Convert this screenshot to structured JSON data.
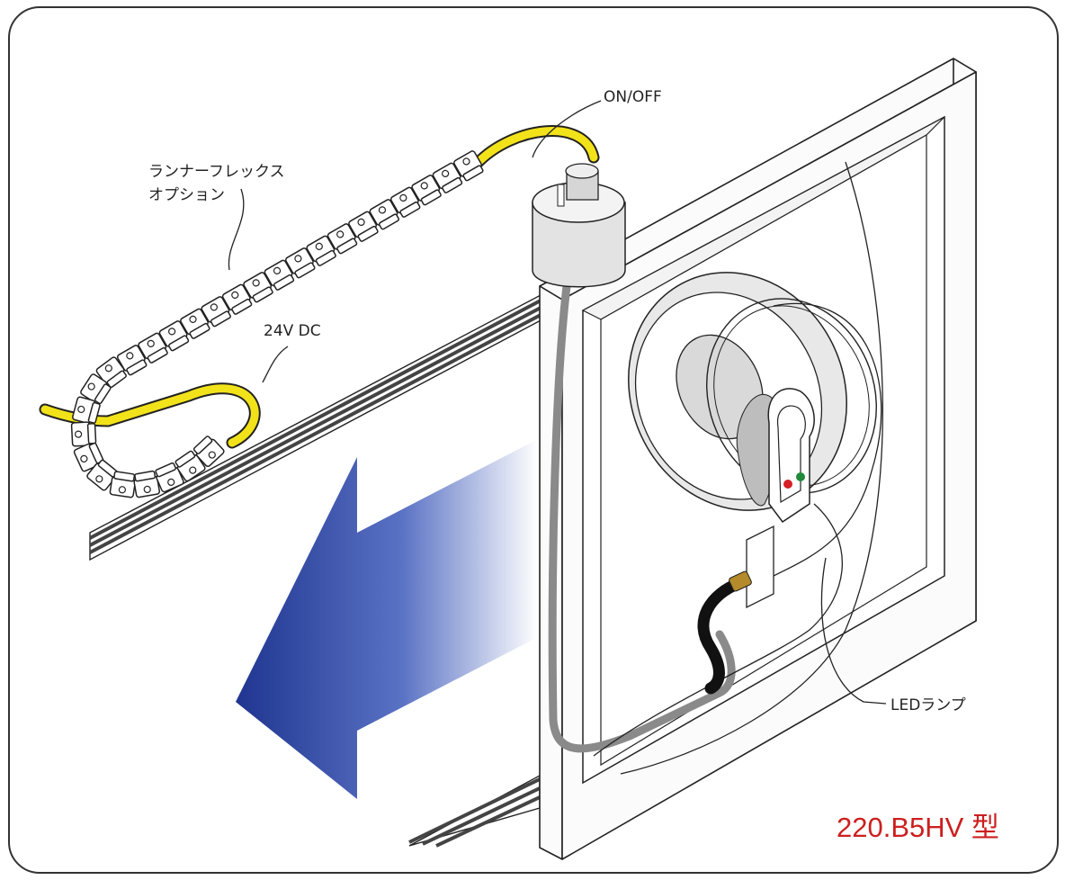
{
  "labels": {
    "on_off": "ON/OFF",
    "runner_flex_line1": "ランナーフレックス",
    "runner_flex_line2": "オプション",
    "voltage": "24V DC",
    "led_lamp": "LEDランプ"
  },
  "model_name": "220.B5HV 型",
  "colors": {
    "cable_yellow": "#f2e21a",
    "arrow_blue": "#2a3f9e",
    "model_text_red": "#cc1f1f",
    "indicator_red": "#d61f26",
    "indicator_green": "#1f8a3a",
    "hose_black": "#111111"
  }
}
